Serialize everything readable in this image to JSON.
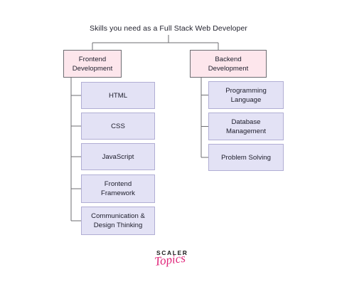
{
  "title": "Skills you need as a Full Stack Web Developer",
  "categories": [
    {
      "label": "Frontend\nDevelopment",
      "skills": [
        "HTML",
        "CSS",
        "JavaScript",
        "Frontend\nFramework",
        "Communication &\nDesign Thinking"
      ]
    },
    {
      "label": "Backend\nDevelopment",
      "skills": [
        "Programming\nLanguage",
        "Database\nManagement",
        "Problem Solving"
      ]
    }
  ],
  "logo": {
    "top": "SCALER",
    "bottom": "Topics"
  },
  "colors": {
    "category_fill": "#fde6ec",
    "skill_fill": "#e3e2f5",
    "connector": "#6d6d72",
    "logo_accent": "#e0267a"
  }
}
